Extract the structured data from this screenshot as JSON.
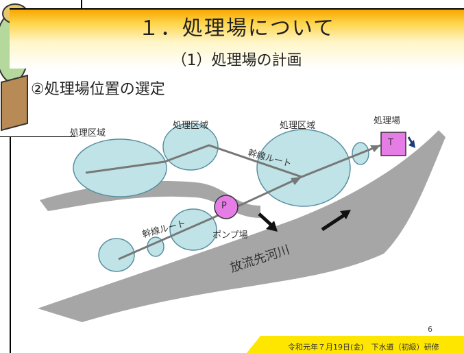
{
  "title": "１．処理場について",
  "subtitle": "（1）処理場の計画",
  "section_heading": "②処理場位置の選定",
  "labels": {
    "area1": "処理区域",
    "area2": "処理区域",
    "area3": "処理区域",
    "plant": "処理場",
    "trunk_route_upper": "幹線ルート",
    "trunk_route_lower": "幹線ルート",
    "pump_station": "ポンプ場",
    "river": "放流先河川",
    "pump_marker": "P",
    "plant_marker": "T"
  },
  "colors": {
    "title_band": "#f7a700",
    "area_fill": "#bfe3e6",
    "area_stroke": "#5a8fa0",
    "river": "#a6a6a6",
    "route": "#777777",
    "pump": "#e67de6",
    "plant": "#e67de6",
    "footer": "#ffe600"
  },
  "page_number": "6",
  "footer_text": "令和元年７月19日(金)　下水道（初級）研修"
}
